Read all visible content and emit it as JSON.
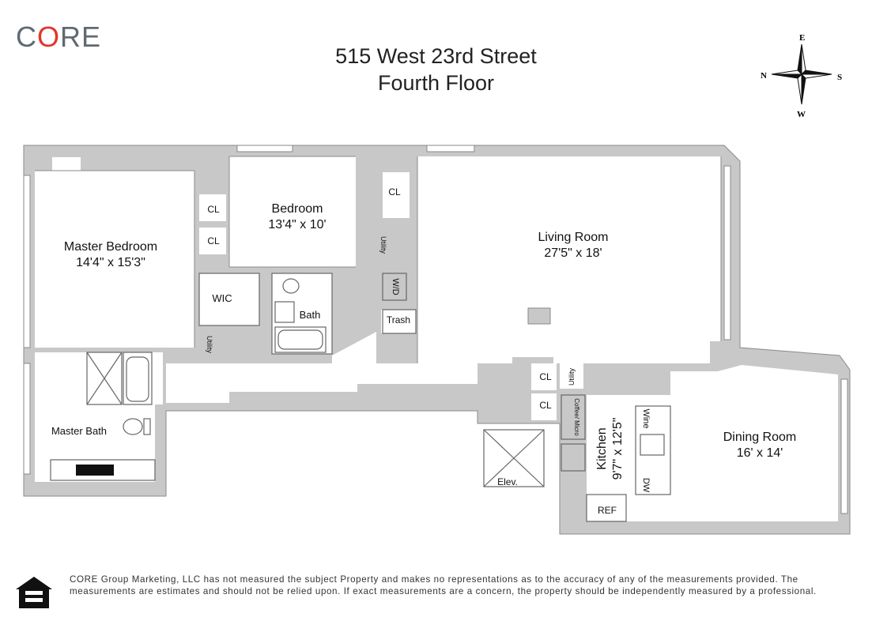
{
  "brand": {
    "logo_prefix": "C",
    "logo_o": "O",
    "logo_suffix": "RE",
    "accent_color": "#e2352d",
    "logo_color": "#5f6a72",
    "icon": "equal-housing-opportunity-icon"
  },
  "header": {
    "address": "515 West 23rd Street",
    "floor": "Fourth Floor"
  },
  "compass": {
    "north": "N",
    "east": "E",
    "south": "S",
    "west": "W"
  },
  "rooms": {
    "master_bedroom": {
      "name": "Master Bedroom",
      "size": "14'4\" x 15'3\""
    },
    "bedroom": {
      "name": "Bedroom",
      "size": "13'4\" x 10'"
    },
    "living_room": {
      "name": "Living Room",
      "size": "27'5\" x 18'"
    },
    "dining_room": {
      "name": "Dining Room",
      "size": "16' x 14'"
    },
    "kitchen": {
      "name": "Kitchen",
      "size": "9'7\" x 12'5\""
    },
    "master_bath": {
      "name": "Master Bath"
    },
    "bath": {
      "name": "Bath"
    },
    "wic": {
      "name": "WIC"
    },
    "closet_1": {
      "name": "CL"
    },
    "closet_2": {
      "name": "CL"
    },
    "closet_3": {
      "name": "CL"
    },
    "closet_4": {
      "name": "CL"
    },
    "closet_5": {
      "name": "CL"
    },
    "utility_1": {
      "name": "Utility"
    },
    "utility_2": {
      "name": "Utility"
    },
    "utility_3": {
      "name": "Utility"
    },
    "wd": {
      "name": "W/D"
    },
    "trash": {
      "name": "Trash"
    },
    "elevator": {
      "name": "Elev."
    },
    "coffee_micro": {
      "name": "Coffee/ Micro"
    },
    "wine": {
      "name": "Wine"
    },
    "dw": {
      "name": "DW"
    },
    "ref": {
      "name": "REF"
    }
  },
  "disclaimer": "CORE Group Marketing, LLC has not measured the subject Property and makes no representations as to the accuracy of any of the measurements provided. The measurements are estimates and should not be relied upon. If exact measurements are a concern, the property should be independently measured by a professional."
}
